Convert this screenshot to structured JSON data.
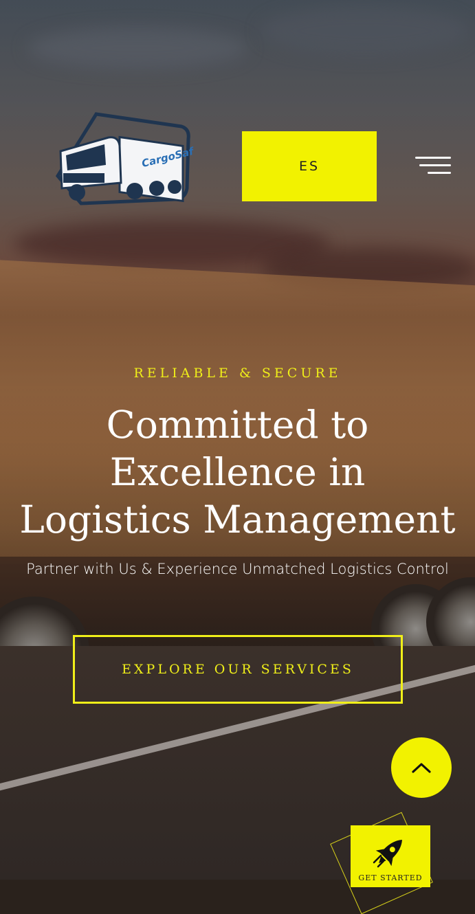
{
  "header": {
    "logo_text": "CargoSafe",
    "language_button_label": "ES",
    "menu_icon": "hamburger-menu-icon"
  },
  "hero": {
    "eyebrow": "RELIABLE & SECURE",
    "headline_lines": [
      "Committed to",
      "Excellence in",
      "Logistics Management"
    ],
    "subtitle": "Partner with Us & Experience Unmatched Logistics Control",
    "cta_label": "EXPLORE OUR SERVICES"
  },
  "floating": {
    "scroll_top_icon": "chevron-up-icon",
    "get_started_icon": "rocket-icon",
    "get_started_label": "GET STARTED"
  },
  "colors": {
    "accent": "#f2f200",
    "text_light": "#ffffff"
  }
}
